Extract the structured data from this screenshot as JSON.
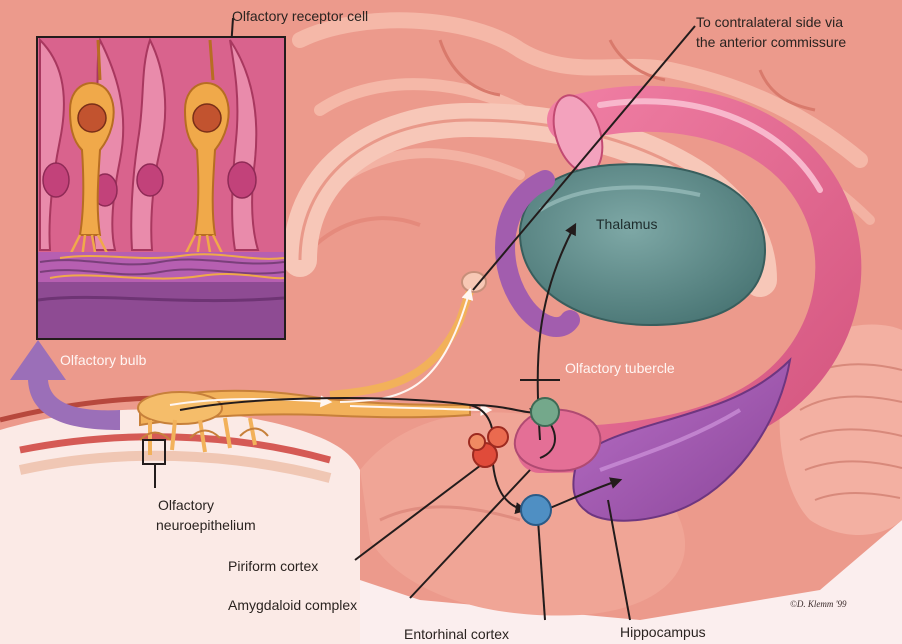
{
  "labels": {
    "olfactory_receptor_cell": "Olfactory receptor cell",
    "contralateral_line1": "To contralateral side via",
    "contralateral_line2": "the anterior commissure",
    "thalamus": "Thalamus",
    "olfactory_bulb": "Olfactory bulb",
    "olfactory_tubercle": "Olfactory tubercle",
    "olfactory_neuroepithelium_line1": "Olfactory",
    "olfactory_neuroepithelium_line2": "neuroepithelium",
    "piriform_cortex": "Piriform cortex",
    "amygdaloid_complex": "Amygdaloid complex",
    "entorhinal_cortex": "Entorhinal cortex",
    "hippocampus": "Hippocampus",
    "signature": "©D. Klemm '99"
  },
  "colors": {
    "background": "#fbeeee",
    "brain_tissue": "#ec9a8c",
    "brain_fold": "#f3b2a3",
    "fornix": "#e46f96",
    "thalamus": "#5f8e8c",
    "hippocampus": "#a45ab2",
    "receptor_cell": "#f0a94a",
    "epithelium_inset": "#d9638d",
    "piriform_node": "#e04b3a",
    "tubercle_node": "#74a88b",
    "entorhinal_node": "#4f8fc3"
  }
}
